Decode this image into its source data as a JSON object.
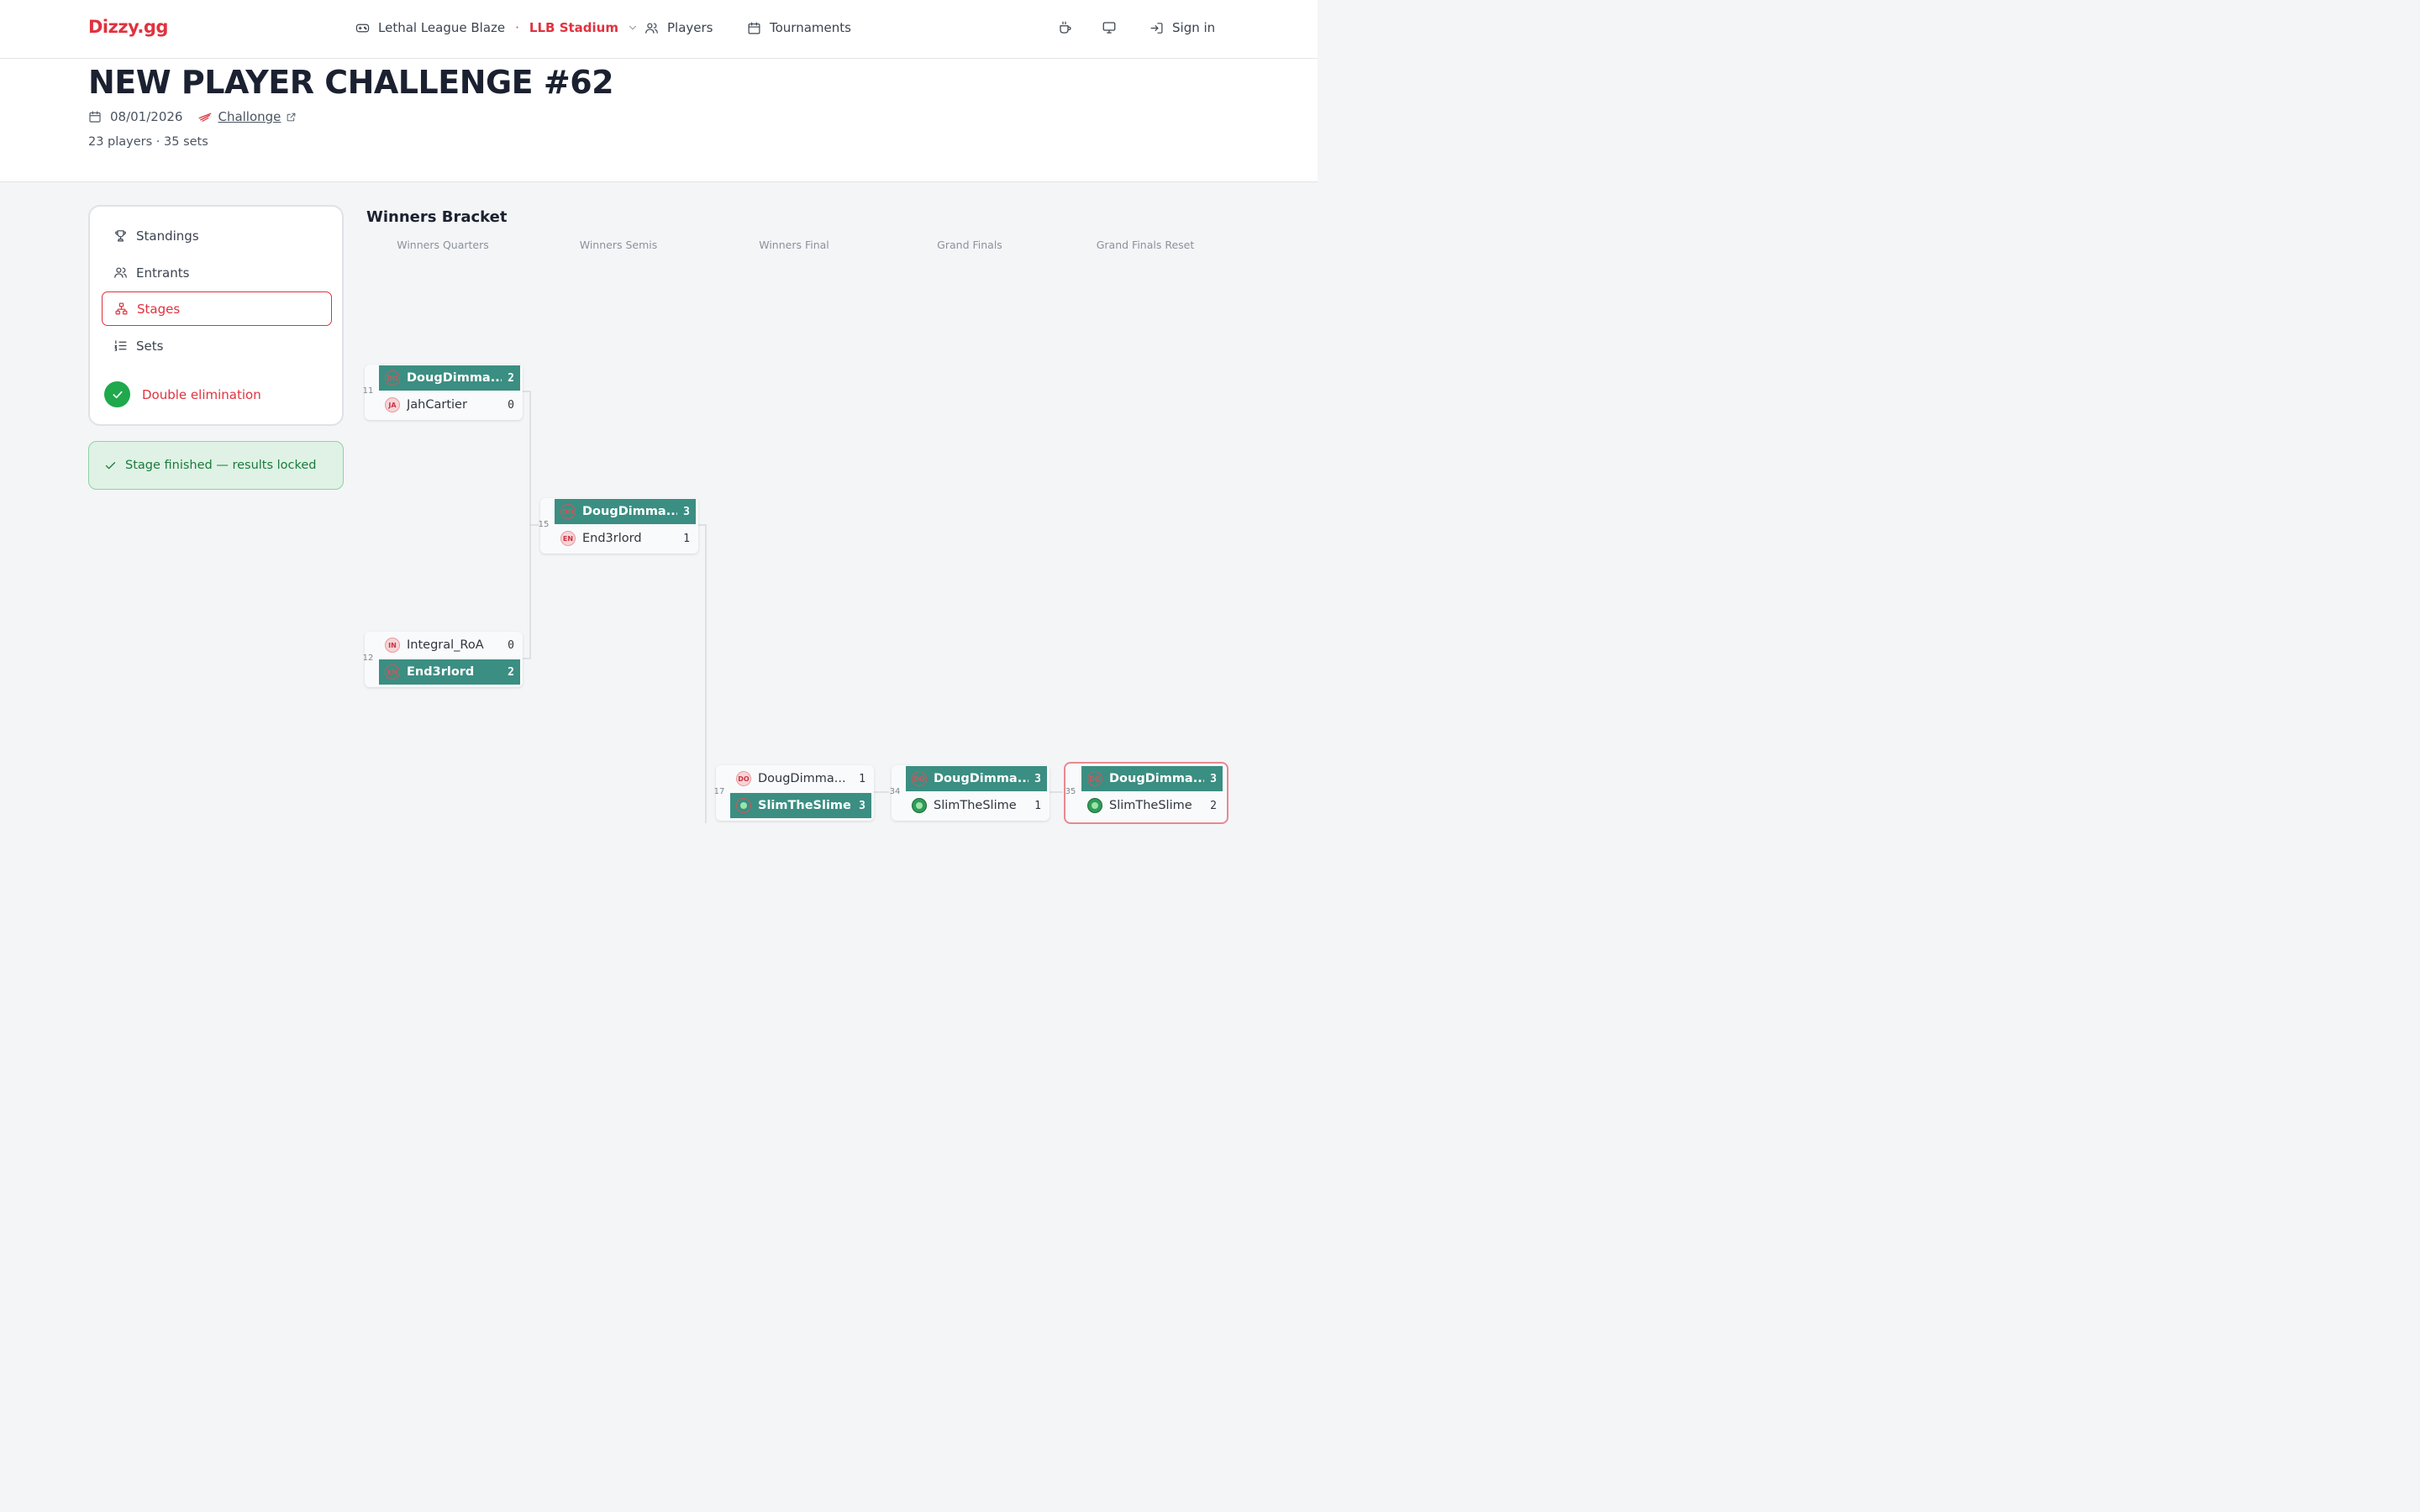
{
  "nav": {
    "logo": "Dizzy.gg",
    "game": "Lethal League Blaze",
    "separator": "·",
    "stage": "LLB Stadium",
    "players": "Players",
    "tournaments": "Tournaments",
    "sign_in": "Sign in"
  },
  "header": {
    "title": "NEW PLAYER CHALLENGE #62",
    "date": "08/01/2026",
    "source": "Challonge",
    "counts": "23 players · 35 sets"
  },
  "sidebar": {
    "items": [
      {
        "label": "Standings",
        "icon": "trophy-icon"
      },
      {
        "label": "Entrants",
        "icon": "users-icon"
      },
      {
        "label": "Stages",
        "icon": "network-icon",
        "active": true
      },
      {
        "label": "Sets",
        "icon": "list-icon"
      }
    ],
    "stage_type": "Double elimination",
    "status": "Stage finished — results locked"
  },
  "bracket": {
    "title": "Winners Bracket",
    "rounds": [
      "Winners Quarters",
      "Winners Semis",
      "Winners Final",
      "Grand Finals",
      "Grand Finals Reset"
    ],
    "matches": [
      {
        "num": "11",
        "top": {
          "initials": "DO",
          "name": "DougDimma...",
          "score": "2",
          "win": true
        },
        "bottom": {
          "initials": "JA",
          "name": "JahCartier",
          "score": "0",
          "win": false
        }
      },
      {
        "num": "12",
        "top": {
          "initials": "IN",
          "name": "Integral_RoA",
          "score": "0",
          "win": false
        },
        "bottom": {
          "initials": "EN",
          "name": "End3rlord",
          "score": "2",
          "win": true
        }
      },
      {
        "num": "15",
        "top": {
          "initials": "DO",
          "name": "DougDimma...",
          "score": "3",
          "win": true
        },
        "bottom": {
          "initials": "EN",
          "name": "End3rlord",
          "score": "1",
          "win": false
        }
      },
      {
        "num": "17",
        "top": {
          "initials": "DO",
          "name": "DougDimma...",
          "score": "1",
          "win": false
        },
        "bottom": {
          "initials": "",
          "name": "SlimTheSlime",
          "score": "3",
          "win": true
        }
      },
      {
        "num": "34",
        "top": {
          "initials": "DO",
          "name": "DougDimma...",
          "score": "3",
          "win": true
        },
        "bottom": {
          "initials": "",
          "name": "SlimTheSlime",
          "score": "1",
          "win": false
        }
      },
      {
        "num": "35",
        "top": {
          "initials": "DO",
          "name": "DougDimma...",
          "score": "3",
          "win": true
        },
        "bottom": {
          "initials": "",
          "name": "SlimTheSlime",
          "score": "2",
          "win": false
        }
      }
    ]
  },
  "colors": {
    "accent": "#e0323f",
    "winner_fill": "#3b8e82",
    "success": "#1fa84c"
  }
}
